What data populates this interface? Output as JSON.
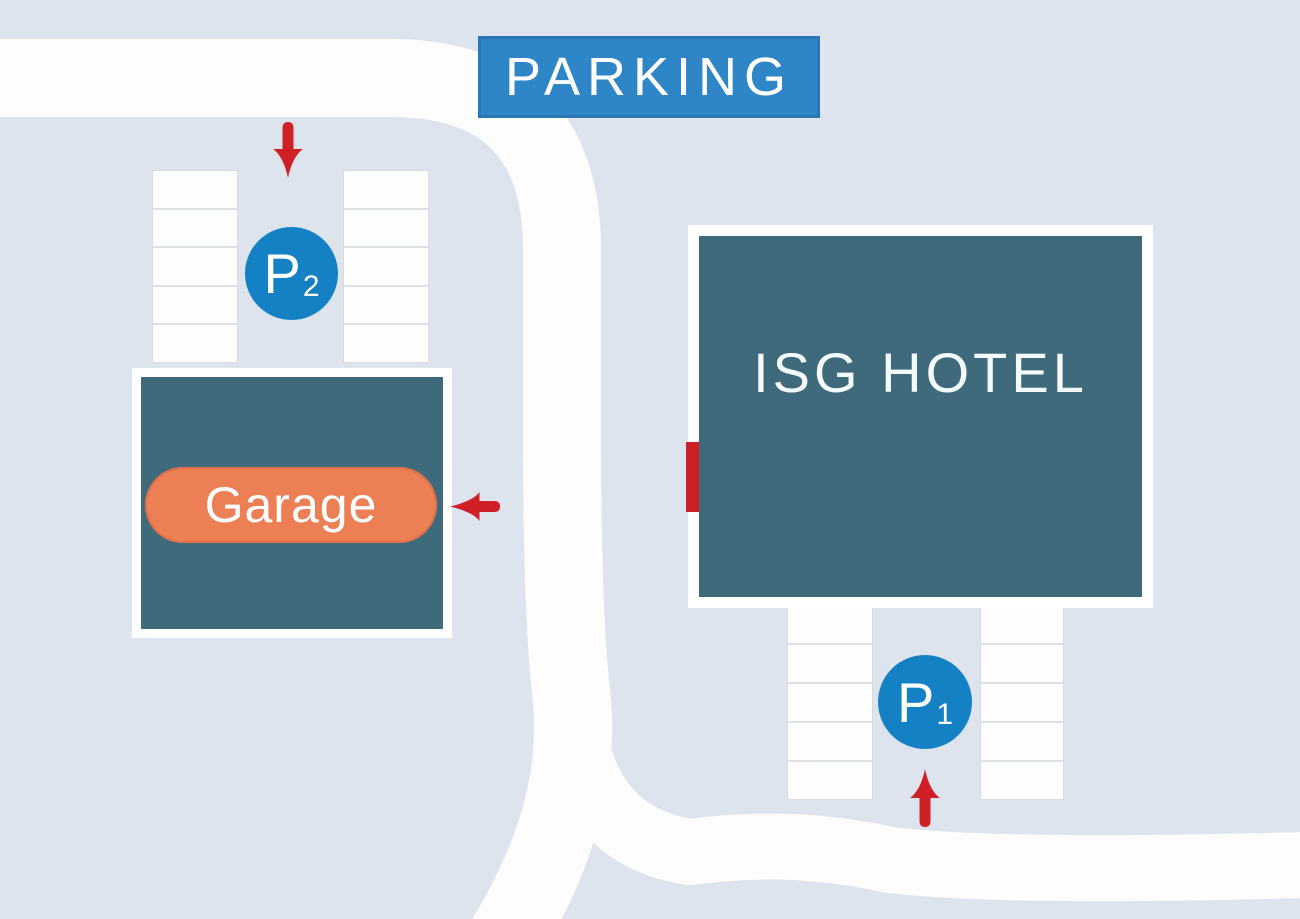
{
  "banner": {
    "label": "PARKING"
  },
  "buildings": {
    "hotel": {
      "label": "ISG HOTEL"
    },
    "garage": {
      "label": "Garage"
    }
  },
  "parking_areas": {
    "p2": {
      "badge_letter": "P",
      "badge_number": "2",
      "columns": 2,
      "stalls_per_column": 5
    },
    "p1": {
      "badge_letter": "P",
      "badge_number": "1",
      "columns": 2,
      "stalls_per_column": 5
    }
  },
  "arrows": {
    "p2_entrance": {
      "icon": "arrow-down-icon",
      "direction": "down"
    },
    "garage_entrance": {
      "icon": "arrow-left-icon",
      "direction": "left"
    },
    "p1_entrance": {
      "icon": "arrow-up-icon",
      "direction": "up"
    }
  },
  "colors": {
    "background": "#dde4ee",
    "road": "#fdfdfe",
    "banner_blue": "#2e86c6",
    "banner_border": "#2a77b4",
    "badge_blue": "#1581c5",
    "building_teal": "#3e6a7c",
    "building_border": "#ffffff",
    "garage_orange": "#ed7f55",
    "arrow_red": "#cf2027",
    "entrance_marker_red": "#cb2127",
    "stall_fill": "#fefefe",
    "stall_line": "#d7dce2"
  }
}
